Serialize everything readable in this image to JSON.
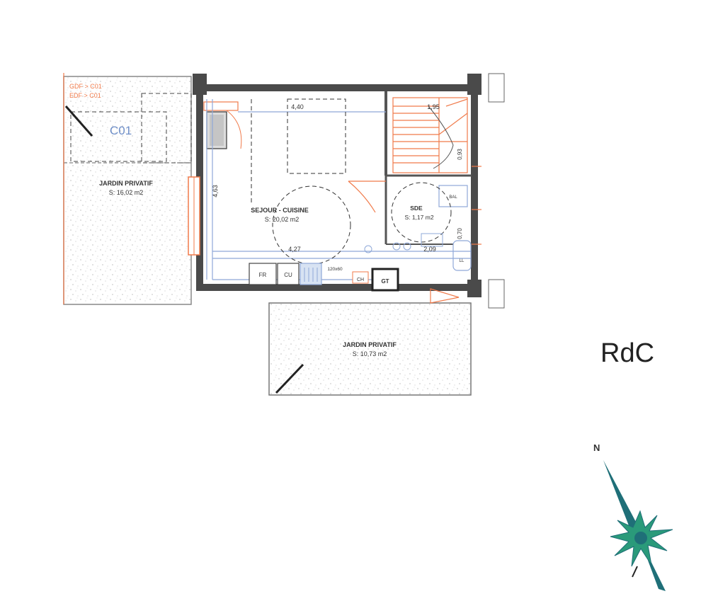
{
  "level_label": "RdC",
  "compass_letter": "N",
  "unit_code": "C01",
  "header_codes": [
    "GDF > C01",
    "EDF > C01"
  ],
  "rooms": {
    "living": {
      "name": "SEJOUR - CUISINE",
      "area": "S: 20,02 m2"
    },
    "bathroom": {
      "name": "SDE",
      "area": "S: 1,17 m2"
    },
    "garden_left": {
      "name": "JARDIN PRIVATIF",
      "area": "S: 16,02 m2"
    },
    "garden_bottom": {
      "name": "JARDIN PRIVATIF",
      "area": "S: 10,73 m2"
    }
  },
  "dimensions": {
    "top_living": "4,40",
    "top_stairs": "1,95",
    "left_height": "4,63",
    "bottom_living": "4,27",
    "bath_width": "2,09",
    "stair_small": "0,93",
    "bath_side": "0,70"
  },
  "appliances": {
    "fridge": "FR",
    "cooker": "CU",
    "sink_width": "120x60",
    "heater": "CH",
    "tech_duct": "GT",
    "ballon": "BAL",
    "washer": "LL"
  },
  "colors": {
    "wall": "#4a4a4a",
    "orange": "#f07a4a",
    "blue": "#8fa8d8",
    "compass": "#1f6f78",
    "compass_star": "#2a9a7a"
  }
}
